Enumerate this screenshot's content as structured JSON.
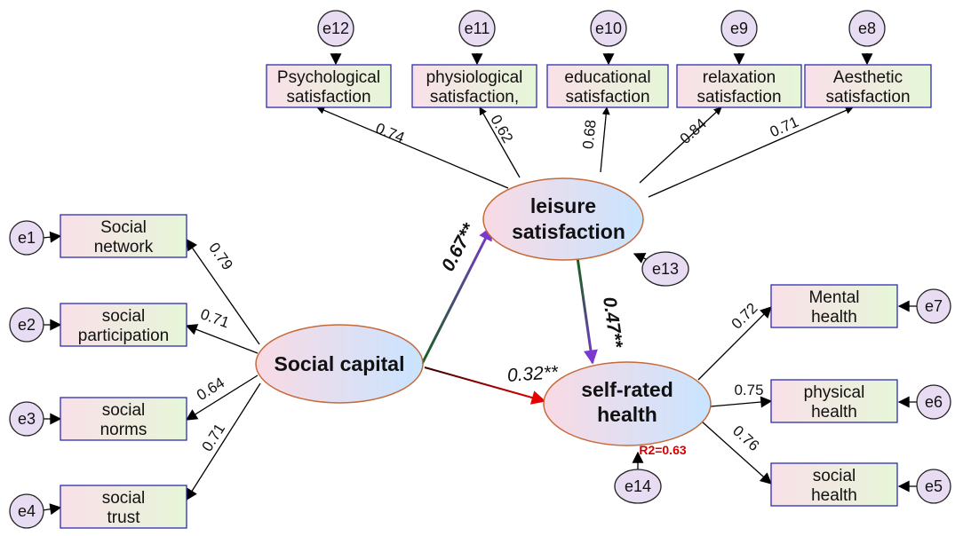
{
  "latent": {
    "leisure": [
      "leisure",
      "satisfaction"
    ],
    "social": [
      "Social capital"
    ],
    "health": [
      "self-rated",
      "health"
    ]
  },
  "indicators": {
    "psychological": [
      "Psychological",
      "satisfaction"
    ],
    "physiological": [
      "physiological",
      "satisfaction,"
    ],
    "educational": [
      "educational",
      "satisfaction"
    ],
    "relaxation": [
      "relaxation",
      "satisfaction"
    ],
    "aesthetic": [
      "Aesthetic",
      "satisfaction"
    ],
    "network": [
      "Social",
      "network"
    ],
    "participation": [
      "social",
      "participation"
    ],
    "norms": [
      "social",
      "norms"
    ],
    "trust": [
      "social",
      "trust"
    ],
    "mental": [
      "Mental",
      "health"
    ],
    "physical": [
      "physical",
      "health"
    ],
    "social_health": [
      "social",
      "health"
    ]
  },
  "errors": {
    "e1": "e1",
    "e2": "e2",
    "e3": "e3",
    "e4": "e4",
    "e5": "e5",
    "e6": "e6",
    "e7": "e7",
    "e8": "e8",
    "e9": "e9",
    "e10": "e10",
    "e11": "e11",
    "e12": "e12",
    "e13": "e13",
    "e14": "e14"
  },
  "loadings": {
    "psychological": "0.74",
    "physiological": "0.62",
    "educational": "0.68",
    "relaxation": "0.84",
    "aesthetic": "0.71",
    "network": "0.79",
    "participation": "0.71",
    "norms": "0.64",
    "trust": "0.71",
    "mental": "0.72",
    "physical": "0.75",
    "social_health": "0.76"
  },
  "paths": {
    "social_to_leisure": "0.67**",
    "leisure_to_health": "0.47**",
    "social_to_health": "0.32**"
  },
  "r2": "R2=0.63",
  "colors": {
    "box_border": "#2d2db0",
    "box_fill_left": "#f9e0e8",
    "box_fill_right": "#e8f6dc",
    "ellipse_border": "#c56a3a",
    "ellipse_fill_left": "#f9dde6",
    "ellipse_fill_right": "#cfe6ff",
    "error_fill": "#e8dcf2",
    "path_green": "#1a6a1a",
    "path_purple": "#7a38d0",
    "path_dark": "#4a0000",
    "path_red": "#e60000",
    "r2_red": "#d40000"
  }
}
